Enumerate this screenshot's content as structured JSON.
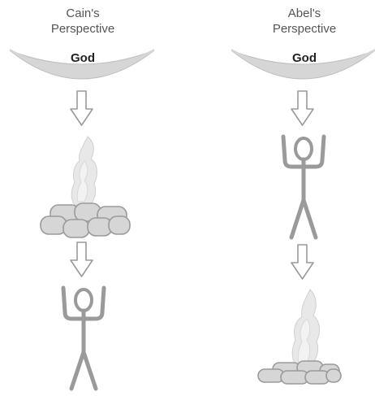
{
  "columns": {
    "cain": {
      "heading_line1": "Cain's",
      "heading_line2": "Perspective",
      "god_label": "God",
      "sequence": [
        "God",
        "offering-fire",
        "man"
      ]
    },
    "abel": {
      "heading_line1": "Abel's",
      "heading_line2": "Perspective",
      "god_label": "God",
      "sequence": [
        "God",
        "man",
        "offering-fire"
      ]
    }
  },
  "colors": {
    "fill_gray": "#d6d6d6",
    "stroke_gray": "#9a9a9a",
    "flame_gray": "#e4e4e4",
    "heading_text": "#555555",
    "god_text": "#222222"
  },
  "icons": [
    "down-arrow-icon",
    "stick-figure-icon",
    "flame-icon",
    "stone-altar-icon"
  ]
}
